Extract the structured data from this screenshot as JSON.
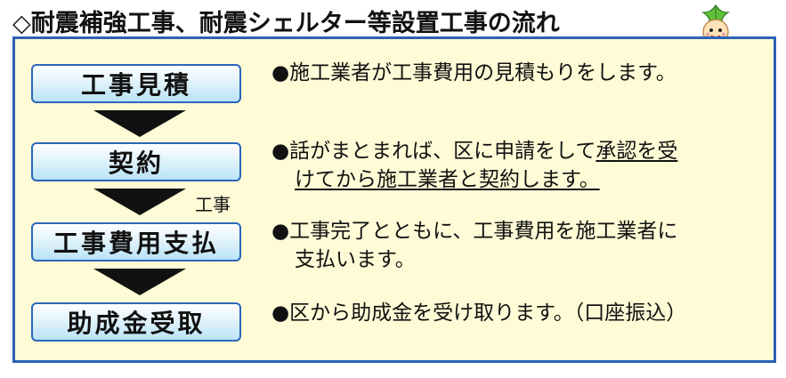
{
  "title": "◇耐震補強工事、耐震シェルター等設置工事の流れ",
  "mascot": {
    "icon": "green-leaf-mascot-icon"
  },
  "colors": {
    "frame_border": "#2a62b6",
    "frame_fill": "#fefbd6",
    "step_border": "#2b67b9",
    "step_fill": "#b9e3f6",
    "arrow": "#111111"
  },
  "steps": [
    {
      "label": "工事見積"
    },
    {
      "label": "契約"
    },
    {
      "label": "工事費用支払"
    },
    {
      "label": "助成金受取"
    }
  ],
  "arrow_note": "工事",
  "descriptions": [
    {
      "lines": [
        "●施工業者が工事費用の見積もりをします。"
      ]
    },
    {
      "line1_plain": "●話がまとまれば、区に申請をして",
      "line1_underlined": "承認を受",
      "line2_underlined": "けてから施工業者と契約します。"
    },
    {
      "lines": [
        "●工事完了とともに、工事費用を施工業者に",
        "支払います。"
      ]
    },
    {
      "lines": [
        "●区から助成金を受け取ります。（口座振込）"
      ]
    }
  ]
}
